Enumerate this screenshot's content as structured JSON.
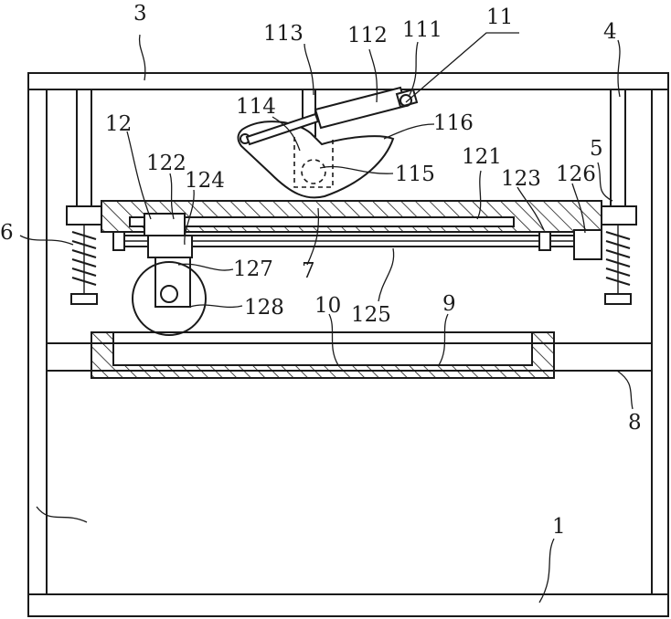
{
  "labels": {
    "l3": "3",
    "l113": "113",
    "l112": "112",
    "l111": "111",
    "l11": "11",
    "l4": "4",
    "l114": "114",
    "l116": "116",
    "l12": "12",
    "l122": "122",
    "l124": "124",
    "l121": "121",
    "l123": "123",
    "l126": "126",
    "l5": "5",
    "l6": "6",
    "l115": "115",
    "l127": "127",
    "l7": "7",
    "l128": "128",
    "l10": "10",
    "l125": "125",
    "l9": "9",
    "l8": "8",
    "l1": "1"
  }
}
